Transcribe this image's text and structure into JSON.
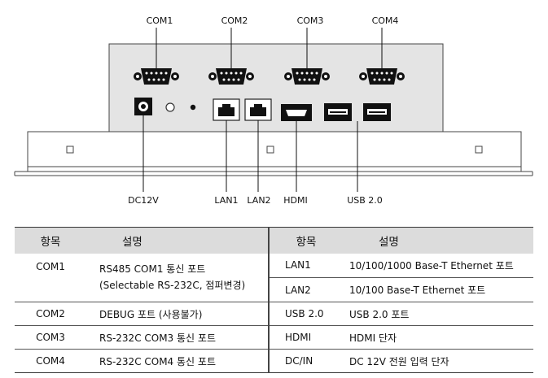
{
  "diagram": {
    "com_labels": [
      "COM1",
      "COM2",
      "COM3",
      "COM4"
    ],
    "bottom_labels": {
      "dc12v": "DC12V",
      "lan1": "LAN1",
      "lan2": "LAN2",
      "hdmi": "HDMI",
      "usb": "USB 2.0"
    }
  },
  "left_table": {
    "headers": [
      "항목",
      "설명"
    ],
    "rows": [
      {
        "item": "COM1",
        "desc": "RS485 COM1 통신 포트",
        "desc2": "(Selectable RS-232C, 점퍼변경)"
      },
      {
        "item": "COM2",
        "desc": "DEBUG 포트 (사용불가)"
      },
      {
        "item": "COM3",
        "desc": "RS-232C COM3 통신 포트"
      },
      {
        "item": "COM4",
        "desc": "RS-232C COM4 통신 포트"
      }
    ]
  },
  "right_table": {
    "headers": [
      "항목",
      "설명"
    ],
    "rows": [
      {
        "item": "LAN1",
        "desc": "10/100/1000 Base-T Ethernet 포트"
      },
      {
        "item": "LAN2",
        "desc": "10/100 Base-T Ethernet 포트"
      },
      {
        "item": "USB 2.0",
        "desc": "USB 2.0 포트"
      },
      {
        "item": "HDMI",
        "desc": "HDMI 단자"
      },
      {
        "item": "DC/IN",
        "desc": "DC 12V 전원 입력 단자"
      }
    ]
  }
}
